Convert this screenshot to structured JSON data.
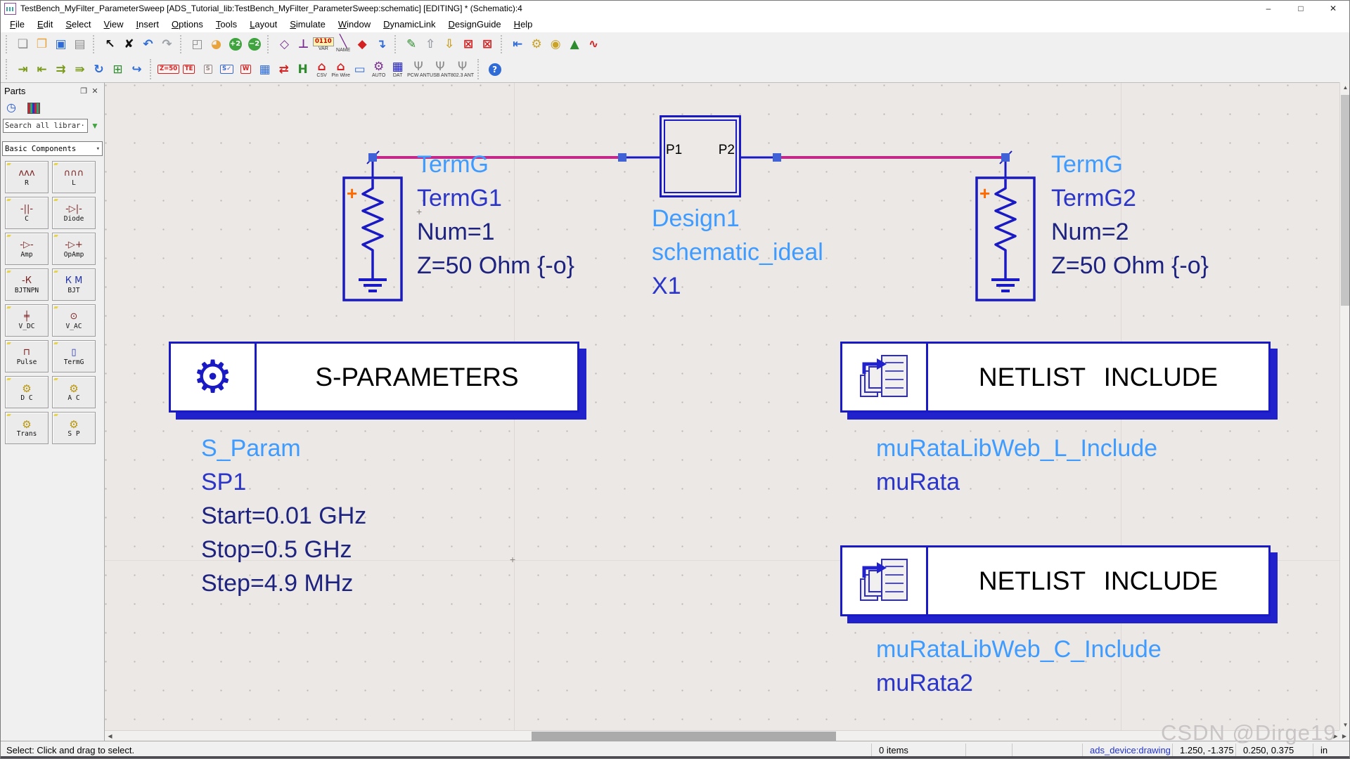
{
  "window": {
    "title": "TestBench_MyFilter_ParameterSweep [ADS_Tutorial_lib:TestBench_MyFilter_ParameterSweep:schematic] [EDITING] * (Schematic):4",
    "controls": {
      "minimize": "–",
      "maximize": "□",
      "close": "✕"
    }
  },
  "menu": {
    "items": [
      "File",
      "Edit",
      "Select",
      "View",
      "Insert",
      "Options",
      "Tools",
      "Layout",
      "Simulate",
      "Window",
      "DynamicLink",
      "DesignGuide",
      "Help"
    ]
  },
  "t1": [
    {
      "n": "new-file-icon",
      "g": "❏"
    },
    {
      "n": "open-folder-icon",
      "g": "❐"
    },
    {
      "n": "save-icon",
      "g": "▣"
    },
    {
      "n": "print-icon",
      "g": "▤"
    },
    {
      "n": "pointer-icon",
      "g": "↖"
    },
    {
      "n": "delete-icon",
      "g": "✘"
    },
    {
      "n": "undo-icon",
      "g": "↶"
    },
    {
      "n": "redo-icon",
      "g": "↷"
    },
    {
      "n": "move-component-icon",
      "g": "◰"
    },
    {
      "n": "zoom-area-icon",
      "g": "◕"
    },
    {
      "n": "zoom-in-2x-icon",
      "g": "+2"
    },
    {
      "n": "zoom-out-2x-icon",
      "g": "−2"
    },
    {
      "n": "insert-wire-icon",
      "g": "◇"
    },
    {
      "n": "insert-ground-icon",
      "g": "⊥"
    },
    {
      "n": "insert-var-icon",
      "g": "0110",
      "label": "VAR"
    },
    {
      "n": "insert-wire-name-icon",
      "g": "╲",
      "label": "NAME"
    },
    {
      "n": "insert-port-icon",
      "g": "◆"
    },
    {
      "n": "push-into-hierarchy-icon",
      "g": "↴"
    },
    {
      "n": "simulate-icon",
      "g": "✎"
    },
    {
      "n": "update-schematic-icon",
      "g": "⇧"
    },
    {
      "n": "generate-netlist-icon",
      "g": "⇩"
    },
    {
      "n": "deactivate-component-icon",
      "g": "⊠"
    },
    {
      "n": "deactivate-restore-icon",
      "g": "⊠"
    },
    {
      "n": "back-annotate-icon",
      "g": "⇤"
    },
    {
      "n": "simulation-setup-icon",
      "g": "⚙"
    },
    {
      "n": "tune-parameters-icon",
      "g": "◉"
    },
    {
      "n": "update-design-icon",
      "g": "▲"
    },
    {
      "n": "data-display-icon",
      "g": "∿"
    }
  ],
  "t2": [
    {
      "n": "insert-pin-icon",
      "g": "⇥"
    },
    {
      "n": "insert-pin-left-icon",
      "g": "⇤"
    },
    {
      "n": "insert-pin-double-icon",
      "g": "⇉"
    },
    {
      "n": "insert-pin-multi-icon",
      "g": "⇛"
    },
    {
      "n": "rotate-icon",
      "g": "↻"
    },
    {
      "n": "paste-component-icon",
      "g": "⊞"
    },
    {
      "n": "repeat-paste-icon",
      "g": "↪"
    },
    {
      "n": "transmission-line-icon",
      "g": "Z=50"
    },
    {
      "n": "tee-component-icon",
      "g": "TE"
    },
    {
      "n": "s-param-box-icon",
      "g": "S"
    },
    {
      "n": "s-verify-icon",
      "g": "S✓"
    },
    {
      "n": "wire-label-icon",
      "g": "W"
    },
    {
      "n": "smart-mount-grid-icon",
      "g": "▦"
    },
    {
      "n": "swap-component-icon",
      "g": "⇄"
    },
    {
      "n": "hierarchy-icon",
      "g": "H"
    },
    {
      "n": "csv-component-icon",
      "g": "⌂",
      "label": "CSV"
    },
    {
      "n": "pin-wire-icon",
      "g": "⌂",
      "label": "Pin Wire"
    },
    {
      "n": "display-window-icon",
      "g": "▭"
    },
    {
      "n": "auto-placement-icon",
      "g": "⚙",
      "label": "AUTO"
    },
    {
      "n": "dat-component-icon",
      "g": "▦",
      "label": "DAT"
    },
    {
      "n": "pcw-antenna-icon",
      "g": "Ψ",
      "label": "PCW ANT"
    },
    {
      "n": "usb-antenna-icon",
      "g": "Ψ",
      "label": "USB ANT"
    },
    {
      "n": "ieee-antenna-icon",
      "g": "Ψ",
      "label": "802.3 ANT"
    },
    {
      "n": "help-icon",
      "g": "?"
    }
  ],
  "parts": {
    "title": "Parts",
    "float_icon": "❐",
    "close_icon": "✕",
    "clock_icon": "◷",
    "search": "Search all librar···",
    "filter_icon": "▼",
    "category": "Basic Components",
    "combo_arrow": "▾",
    "items": [
      {
        "label": "R",
        "g": "ʌʌʌ"
      },
      {
        "label": "L",
        "g": "∩∩∩"
      },
      {
        "label": "C",
        "g": "-||-"
      },
      {
        "label": "Diode",
        "g": "-▷|-"
      },
      {
        "label": "Amp",
        "g": "-▷-"
      },
      {
        "label": "OpAmp",
        "g": "-▷+"
      },
      {
        "label": "BJTNPN",
        "g": "-К"
      },
      {
        "label": "BJT",
        "g": "К M"
      },
      {
        "label": "V_DC",
        "g": "╪"
      },
      {
        "label": "V_AC",
        "g": "⊙"
      },
      {
        "label": "Pulse",
        "g": "⊓"
      },
      {
        "label": "TermG",
        "g": "▯"
      },
      {
        "label": "D C",
        "g": "⚙"
      },
      {
        "label": "A C",
        "g": "⚙"
      },
      {
        "label": "Trans",
        "g": "⚙"
      },
      {
        "label": "S P",
        "g": "⚙"
      }
    ]
  },
  "schematic": {
    "term1": {
      "type": "TermG",
      "name": "TermG1",
      "num": "Num=1",
      "z": "Z=50 Ohm {-o}",
      "plus": "+"
    },
    "term2": {
      "type": "TermG",
      "name": "TermG2",
      "num": "Num=2",
      "z": "Z=50 Ohm {-o}",
      "plus": "+"
    },
    "subcircuit": {
      "p1": "P1",
      "p2": "P2",
      "design": "Design1",
      "view": "schematic_ideal",
      "instance": "X1"
    },
    "sparams": {
      "title": "S-PARAMETERS",
      "gear_icon": "⚙",
      "type": "S_Param",
      "name": "SP1",
      "start": "Start=0.01 GHz",
      "stop": "Stop=0.5 GHz",
      "step": "Step=4.9 MHz"
    },
    "netlist1": {
      "title": "NETLIST INCLUDE",
      "lib": "muRataLibWeb_L_Include",
      "name": "muRata"
    },
    "netlist2": {
      "title": "NETLIST INCLUDE",
      "lib": "muRataLibWeb_C_Include",
      "name": "muRata2"
    },
    "crosshair": "+",
    "watermark": "CSDN @Dirge19"
  },
  "scroll": {
    "up": "▲",
    "down": "▼",
    "left": "◀",
    "right": "▶"
  },
  "status": {
    "message": "Select: Click and drag to select.",
    "items": "0 items",
    "mode": "ads_device:drawing",
    "coord1": "1.250, -1.375",
    "coord2": "0.250, 0.375",
    "units": "in"
  }
}
